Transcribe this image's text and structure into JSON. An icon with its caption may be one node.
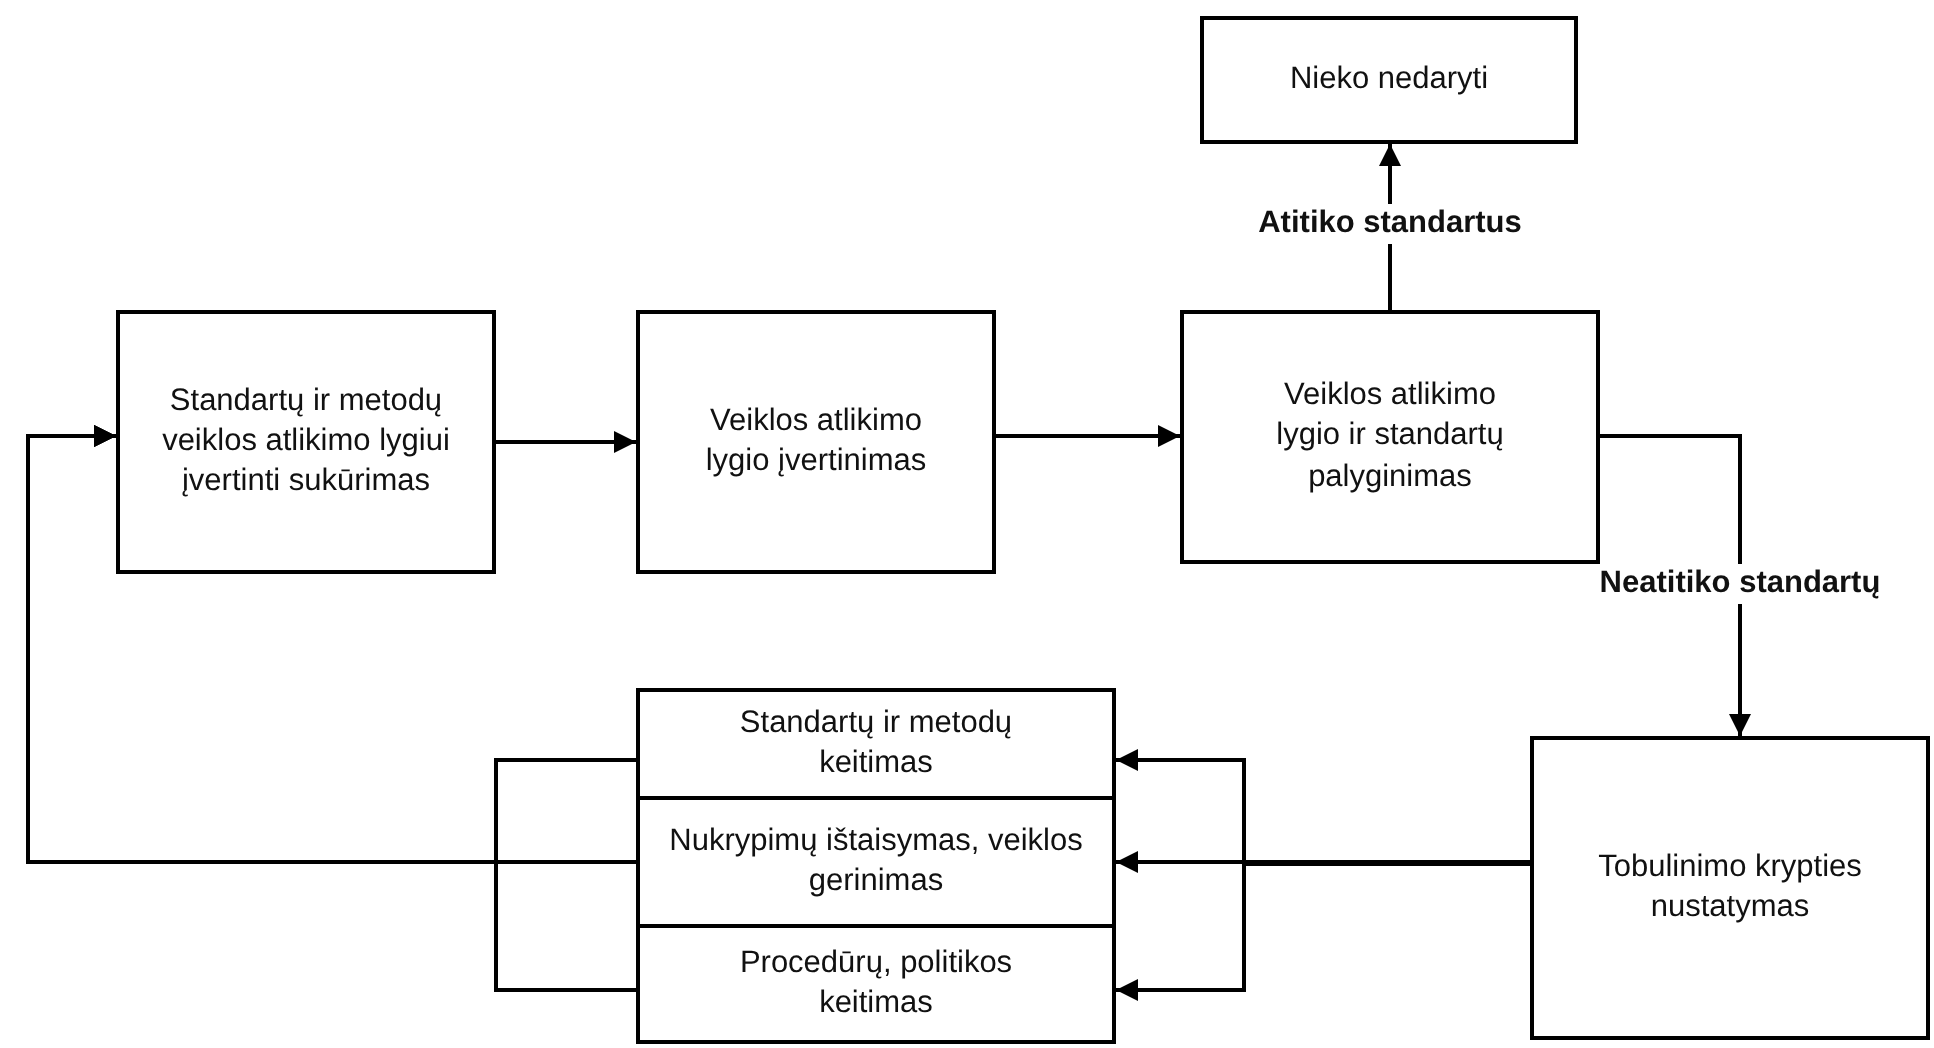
{
  "diagram": {
    "nodes": [
      {
        "text": [
          "Standartų ir metodų veiklos atlikimo lygiui įvertinti sukūrimas"
        ]
      },
      {
        "text": [
          "Veiklos atlikimo lygio įvertinimas"
        ]
      },
      {
        "text": [
          "Veiklos atlikimo lygio ir standartų palyginimas"
        ]
      },
      {
        "text": [
          "Nieko nedaryti"
        ]
      },
      {
        "text": [
          "Tobulinimo krypties nustatymas"
        ]
      },
      {
        "text": [
          "Standartų ir metodų keitimas"
        ]
      },
      {
        "text": [
          "Nukrypimų ištaisymas, veiklos gerinimas"
        ]
      },
      {
        "text": [
          "Procedūrų, politikos keitimas"
        ]
      }
    ],
    "edges": [
      {
        "from": 0,
        "to": 1,
        "arrow": "to"
      },
      {
        "from": 1,
        "to": 2,
        "arrow": "to"
      },
      {
        "from": 2,
        "to": 3,
        "arrow": "to",
        "label": "Atitiko standartus"
      },
      {
        "from": 2,
        "to": 4,
        "arrow": "to",
        "label": "Neatitiko standartų"
      },
      {
        "from": 4,
        "to": 5,
        "arrow": "to"
      },
      {
        "from": 4,
        "to": 6,
        "arrow": "to"
      },
      {
        "from": 4,
        "to": 7,
        "arrow": "to"
      },
      {
        "from": 5,
        "to": 0,
        "arrow": "to"
      },
      {
        "from": 6,
        "to": 0,
        "arrow": "to"
      },
      {
        "from": 7,
        "to": 0,
        "arrow": "to"
      }
    ]
  }
}
